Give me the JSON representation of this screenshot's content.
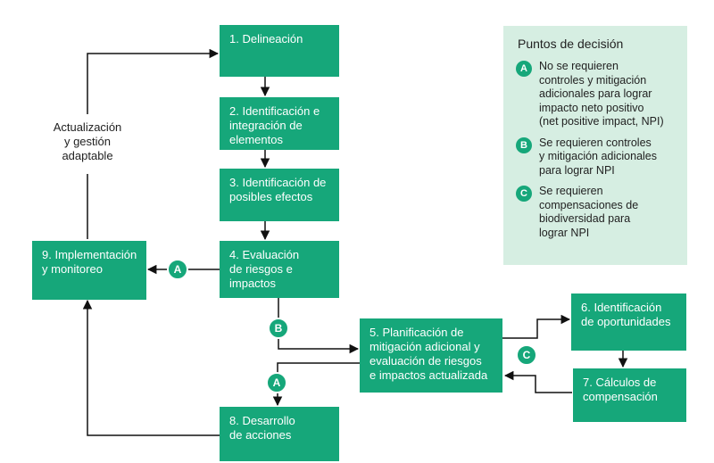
{
  "nodes": {
    "n1": "1.  Delineación",
    "n2": "2. Identificación e\nintegración de\nelementos",
    "n3": "3. Identificación de\nposibles efectos",
    "n4": "4. Evaluación\nde riesgos e\nimpactos",
    "n5": "5. Planificación de\nmitigación adicional y\nevaluación de riesgos\ne impactos actualizada",
    "n6": "6. Identificación\nde oportunidades",
    "n7": "7. Cálculos de\ncompensación",
    "n8": "8. Desarrollo\nde acciones",
    "n9": "9. Implementación\ny monitoreo"
  },
  "edge_labels": {
    "loop": "Actualización\ny gestión\nadaptable"
  },
  "badges": {
    "a": "A",
    "b": "B",
    "c": "C"
  },
  "legend": {
    "title": "Puntos de decisión",
    "items": [
      {
        "badge": "A",
        "text": "No se requieren\ncontroles y mitigación\nadicionales para lograr\nimpacto neto positivo\n(net positive impact, NPI)"
      },
      {
        "badge": "B",
        "text": "Se requieren controles\ny mitigación adicionales\npara lograr NPI"
      },
      {
        "badge": "C",
        "text": "Se requieren\ncompensaciones de\nbiodiversidad para\nlograr NPI"
      }
    ]
  },
  "colors": {
    "box": "#16a77a",
    "legend_bg": "#d6eee2",
    "line": "#111111"
  }
}
